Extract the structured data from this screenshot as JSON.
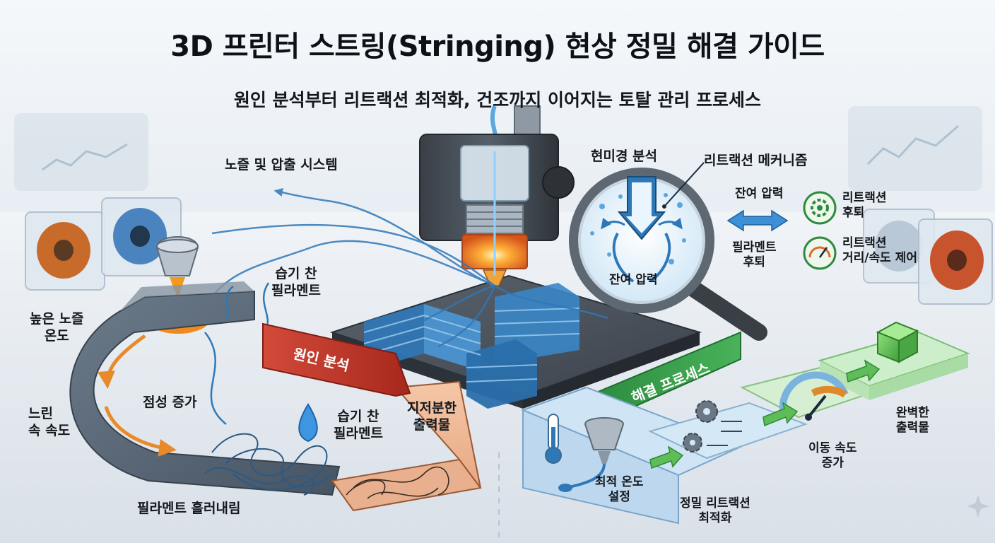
{
  "header": {
    "title": "3D 프린터 스트링(Stringing) 현상 정밀 해결 가이드",
    "subtitle": "원인 분석부터 리트랙션 최적화, 건조까지 이어지는 토탈 관리 프로세스"
  },
  "left": {
    "nozzle_system": "노즐 및 압출 시스템",
    "high_temp": "높은 노즐\n온도",
    "slow_speed": "느린\n속 속도",
    "viscosity": "점성 증가",
    "wet_filament_top": "습기 찬\n필라멘트",
    "wet_filament": "습기 찬\n필라멘트",
    "filament_ooze": "필라멘트 흘러내림",
    "messy_print": "지저분한\n출력물",
    "cause_banner": "원인 분석"
  },
  "right": {
    "microscope": "현미경 분석",
    "retraction_mechanism": "리트랙션 메커니즘",
    "residual_pressure": "잔여 압력",
    "residual_pressure_lens": "잔여 압력",
    "filament_retract": "필라멘트\n후퇴",
    "retraction_retreat": "리트랙션\n후퇴",
    "retraction_control": "리트랙션\n거리/속도 제어",
    "solution_banner": "해결 프로세스",
    "optimal_temp": "최적 온도\n설정",
    "precise_retraction": "정밀 리트랙션\n최적화",
    "travel_speed": "이동 속도\n증가",
    "perfect_print": "완벽한\n출력물"
  },
  "colors": {
    "cause": "#c0392b",
    "solution": "#2e8b3e",
    "filament": "#2f78b8",
    "nozzle_hot": "#f39a1e",
    "arrow_orange": "#e88a2a",
    "process_green": "#6cc66a"
  }
}
